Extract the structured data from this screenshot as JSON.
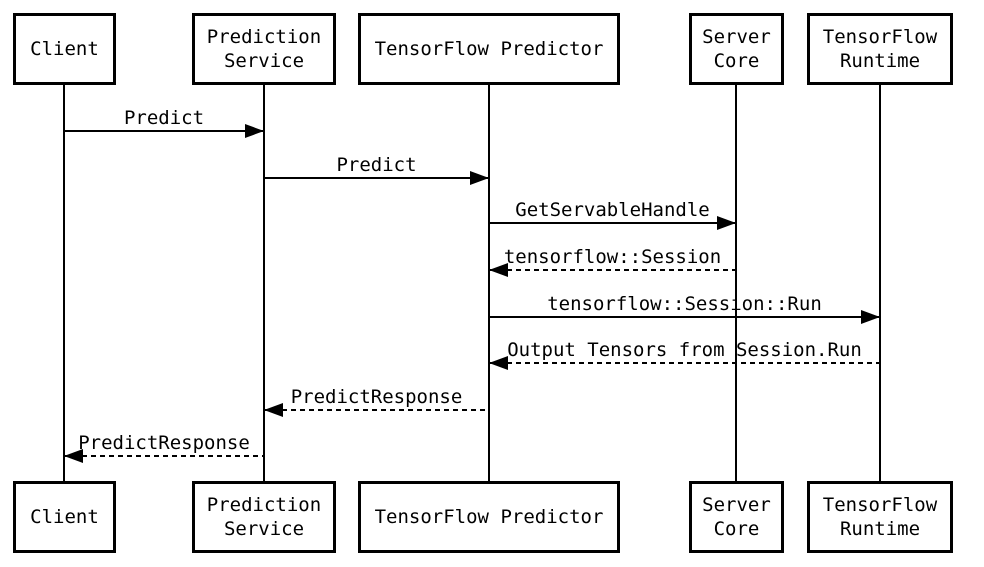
{
  "diagram": {
    "type": "sequence-diagram",
    "colors": {
      "background": "#ffffff",
      "line": "#000000",
      "box_fill": "#ffffff",
      "text": "#000000"
    },
    "actors": [
      {
        "id": "client",
        "label": "Client"
      },
      {
        "id": "prediction-service",
        "label": "Prediction Service"
      },
      {
        "id": "tensorflow-predictor",
        "label": "TensorFlow Predictor"
      },
      {
        "id": "server-core",
        "label": "Server Core"
      },
      {
        "id": "tensorflow-runtime",
        "label": "TensorFlow Runtime"
      }
    ],
    "messages": [
      {
        "label": "Predict",
        "from": "Client",
        "to": "Prediction Service",
        "style": "solid",
        "direction": "right"
      },
      {
        "label": "Predict",
        "from": "Prediction Service",
        "to": "TensorFlow Predictor",
        "style": "solid",
        "direction": "right"
      },
      {
        "label": "GetServableHandle",
        "from": "TensorFlow Predictor",
        "to": "Server Core",
        "style": "solid",
        "direction": "right"
      },
      {
        "label": "tensorflow::Session",
        "from": "Server Core",
        "to": "TensorFlow Predictor",
        "style": "dashed",
        "direction": "left"
      },
      {
        "label": "tensorflow::Session::Run",
        "from": "TensorFlow Predictor",
        "to": "TensorFlow Runtime",
        "style": "solid",
        "direction": "right"
      },
      {
        "label": "Output Tensors from Session.Run",
        "from": "TensorFlow Runtime",
        "to": "TensorFlow Predictor",
        "style": "dashed",
        "direction": "left"
      },
      {
        "label": "PredictResponse",
        "from": "TensorFlow Predictor",
        "to": "Prediction Service",
        "style": "dashed",
        "direction": "left"
      },
      {
        "label": "PredictResponse",
        "from": "Prediction Service",
        "to": "Client",
        "style": "dashed",
        "direction": "left"
      }
    ]
  }
}
